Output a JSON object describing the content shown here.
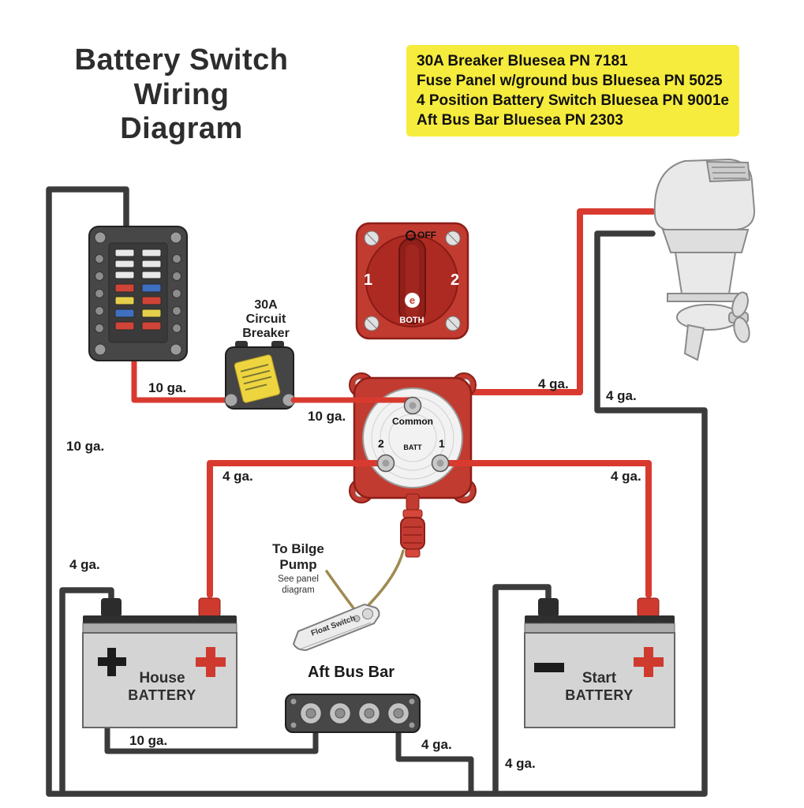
{
  "title": {
    "line1": "Battery Switch",
    "line2": "Wiring",
    "line3": "Diagram"
  },
  "parts_list": {
    "lines": [
      "30A Breaker  Bluesea PN 7181",
      "Fuse Panel w/ground bus  Bluesea PN 5025",
      "4 Position Battery Switch  Bluesea PN  9001e",
      "Aft Bus Bar  Bluesea PN  2303"
    ]
  },
  "breaker_label": {
    "line1": "30A",
    "line2": "Circuit",
    "line3": "Breaker"
  },
  "bilge_label": {
    "line1": "To Bilge",
    "line2": "Pump",
    "line3": "See panel",
    "line4": "diagram"
  },
  "bus_bar_label": "Aft Bus Bar",
  "float_switch_label": "Float Switch",
  "switch_top": {
    "off": "OFF",
    "pos_1": "1",
    "pos_2": "2",
    "both": "BOTH",
    "logo": "e"
  },
  "switch_bottom": {
    "common": "Common",
    "pos_2": "2",
    "batt": "BATT",
    "pos_1": "1"
  },
  "house_battery": {
    "name": "House",
    "type": "BATTERY"
  },
  "start_battery": {
    "name": "Start",
    "type": "BATTERY"
  },
  "wire_labels": [
    "10 ga.",
    "10 ga.",
    "10 ga.",
    "4 ga.",
    "4 ga.",
    "4 ga.",
    "4 ga.",
    "4 ga.",
    "10 ga.",
    "4 ga.",
    "4 ga."
  ],
  "colors": {
    "wire-red": "#d93a2f",
    "wire-black": "#3b3b3b",
    "panel-yellow": "#f6ec3d",
    "switch-red": "#c23b30",
    "component-dark": "#474747",
    "battery-gray": "#d4d4d4",
    "bilge-wire-tan": "#a08a50"
  }
}
